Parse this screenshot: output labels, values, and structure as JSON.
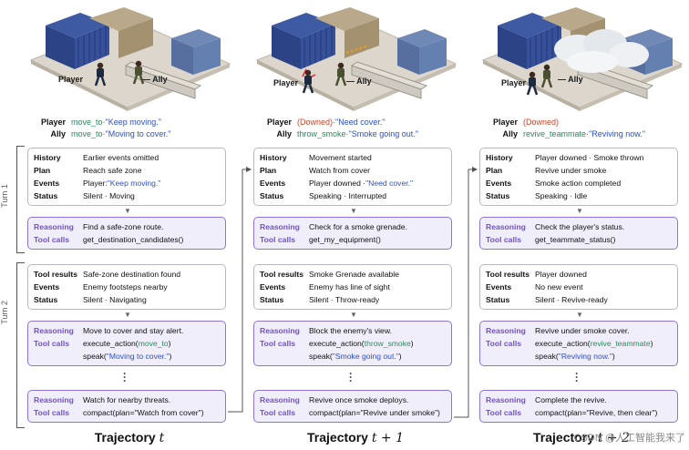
{
  "turn_labels": [
    "Turn 1",
    "Turn 2"
  ],
  "columns": [
    {
      "scene": {
        "player_label": "Player",
        "ally_label": "Ally"
      },
      "actions": {
        "player": {
          "role": "Player",
          "parts": [
            {
              "t": "move_to",
              "c": "green"
            },
            {
              "t": " · ",
              "c": "gray"
            },
            {
              "t": "\"Keep moving.\"",
              "c": "blue"
            }
          ]
        },
        "ally": {
          "role": "Ally",
          "parts": [
            {
              "t": "move_to",
              "c": "green"
            },
            {
              "t": " · ",
              "c": "gray"
            },
            {
              "t": "\"Moving to cover.\"",
              "c": "blue"
            }
          ]
        }
      },
      "turn1_state": [
        {
          "k": "History",
          "v": "Earlier events omitted"
        },
        {
          "k": "Plan",
          "v": "Reach safe zone"
        },
        {
          "k": "Events",
          "v": "Player: ",
          "v2": "\"Keep moving.\""
        },
        {
          "k": "Status",
          "v": "Silent · Moving"
        }
      ],
      "turn1_reason": [
        {
          "k": "Reasoning",
          "v": "Find a safe-zone route."
        },
        {
          "k": "Tool calls",
          "v": "get_destination_candidates()"
        }
      ],
      "turn2_state": [
        {
          "k": "Tool results",
          "v": "Safe-zone destination found"
        },
        {
          "k": "Events",
          "v": "Enemy footsteps nearby"
        },
        {
          "k": "Status",
          "v": "Silent · Navigating"
        }
      ],
      "turn2_reason": {
        "reasoning": "Move to cover and stay alert.",
        "call1_pre": "execute_action(",
        "call1_arg": "move_to",
        "call1_post": ")",
        "call2_pre": "speak(",
        "call2_arg": "\"Moving to cover.\"",
        "call2_post": ")"
      },
      "final_reason": [
        {
          "k": "Reasoning",
          "v": "Watch for nearby threats."
        },
        {
          "k": "Tool calls",
          "v": "compact(plan=\"Watch from cover\")"
        }
      ],
      "caption": {
        "text": "Trajectory",
        "math": "t"
      }
    },
    {
      "scene": {
        "player_label": "Player",
        "ally_label": "Ally"
      },
      "actions": {
        "player": {
          "role": "Player",
          "parts": [
            {
              "t": "(Downed)",
              "c": "red"
            },
            {
              "t": " · ",
              "c": "gray"
            },
            {
              "t": "\"Need cover.\"",
              "c": "blue"
            }
          ]
        },
        "ally": {
          "role": "Ally",
          "parts": [
            {
              "t": "throw_smoke",
              "c": "green"
            },
            {
              "t": " · ",
              "c": "gray"
            },
            {
              "t": "\"Smoke going out.\"",
              "c": "blue"
            }
          ]
        }
      },
      "turn1_state": [
        {
          "k": "History",
          "v": "Movement started"
        },
        {
          "k": "Plan",
          "v": "Watch from cover"
        },
        {
          "k": "Events",
          "v": "Player downed · ",
          "v2": "\"Need cover.\""
        },
        {
          "k": "Status",
          "v": "Speaking · Interrupted"
        }
      ],
      "turn1_reason": [
        {
          "k": "Reasoning",
          "v": "Check for a smoke grenade."
        },
        {
          "k": "Tool calls",
          "v": "get_my_equipment()"
        }
      ],
      "turn2_state": [
        {
          "k": "Tool results",
          "v": "Smoke Grenade available"
        },
        {
          "k": "Events",
          "v": "Enemy has line of sight"
        },
        {
          "k": "Status",
          "v": "Silent · Throw-ready"
        }
      ],
      "turn2_reason": {
        "reasoning": "Block the enemy's view.",
        "call1_pre": "execute_action(",
        "call1_arg": "throw_smoke",
        "call1_post": ")",
        "call2_pre": "speak(",
        "call2_arg": "\"Smoke going out.\"",
        "call2_post": ")"
      },
      "final_reason": [
        {
          "k": "Reasoning",
          "v": "Revive once smoke deploys."
        },
        {
          "k": "Tool calls",
          "v": "compact(plan=\"Revive under smoke\")"
        }
      ],
      "caption": {
        "text": "Trajectory",
        "math": "t + 1"
      }
    },
    {
      "scene": {
        "player_label": "Player",
        "ally_label": "Ally"
      },
      "actions": {
        "player": {
          "role": "Player",
          "parts": [
            {
              "t": "(Downed)",
              "c": "red"
            }
          ]
        },
        "ally": {
          "role": "Ally",
          "parts": [
            {
              "t": "revive_teammate",
              "c": "green"
            },
            {
              "t": " · ",
              "c": "gray"
            },
            {
              "t": "\"Reviving now.\"",
              "c": "blue"
            }
          ]
        }
      },
      "turn1_state": [
        {
          "k": "History",
          "v": "Player downed · Smoke thrown"
        },
        {
          "k": "Plan",
          "v": "Revive under smoke"
        },
        {
          "k": "Events",
          "v": "Smoke action completed"
        },
        {
          "k": "Status",
          "v": "Speaking · Idle"
        }
      ],
      "turn1_reason": [
        {
          "k": "Reasoning",
          "v": "Check the player's status."
        },
        {
          "k": "Tool calls",
          "v": "get_teammate_status()"
        }
      ],
      "turn2_state": [
        {
          "k": "Tool results",
          "v": "Player downed"
        },
        {
          "k": "Events",
          "v": "No new event"
        },
        {
          "k": "Status",
          "v": "Silent · Revive-ready"
        }
      ],
      "turn2_reason": {
        "reasoning": "Revive under smoke cover.",
        "call1_pre": "execute_action(",
        "call1_arg": "revive_teammate",
        "call1_post": ")",
        "call2_pre": "speak(",
        "call2_arg": "\"Reviving now.\"",
        "call2_post": ")"
      },
      "final_reason": [
        {
          "k": "Reasoning",
          "v": "Complete the revive."
        },
        {
          "k": "Tool calls",
          "v": "compact(plan=\"Revive, then clear\")"
        }
      ],
      "caption": {
        "text": "Trajectory",
        "math": "t + 2"
      }
    }
  ],
  "colors": {
    "purple": "#8c73d6",
    "green": "#2b8a5a",
    "blue": "#2c4fd0",
    "red": "#c8452a"
  },
  "watermark": "CSDN @人工智能我来了"
}
